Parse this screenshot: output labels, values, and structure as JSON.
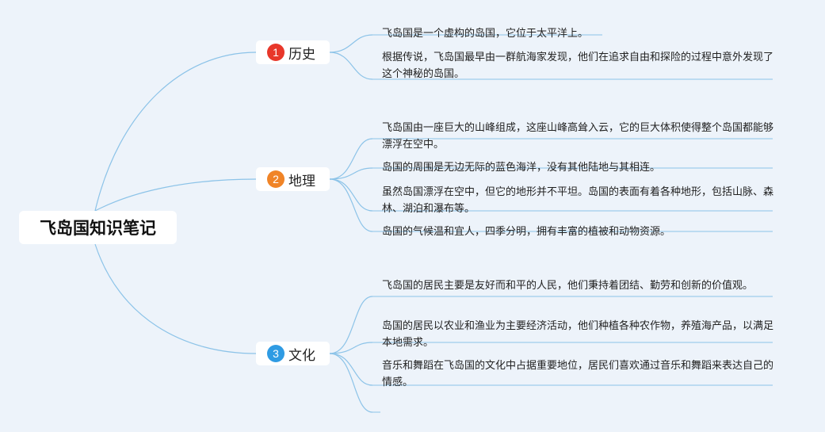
{
  "root": {
    "label": "飞岛国知识笔记"
  },
  "colors": {
    "background": "#edf3fa",
    "line": "#8cc3e8",
    "badge_red": "#e8372a",
    "badge_orange": "#f08427",
    "badge_blue": "#2f9be3"
  },
  "branches": [
    {
      "number": "1",
      "label": "历史",
      "badge_color": "#e8372a",
      "items": [
        "飞岛国是一个虚构的岛国，它位于太平洋上。",
        "根据传说，飞岛国最早由一群航海家发现，他们在追求自由和探险的过程中意外发现了这个神秘的岛国。"
      ]
    },
    {
      "number": "2",
      "label": "地理",
      "badge_color": "#f08427",
      "items": [
        "飞岛国由一座巨大的山峰组成，这座山峰高耸入云，它的巨大体积使得整个岛国都能够漂浮在空中。",
        "岛国的周围是无边无际的蓝色海洋，没有其他陆地与其相连。",
        "虽然岛国漂浮在空中，但它的地形并不平坦。岛国的表面有着各种地形，包括山脉、森林、湖泊和瀑布等。",
        "岛国的气候温和宜人，四季分明，拥有丰富的植被和动物资源。"
      ]
    },
    {
      "number": "3",
      "label": "文化",
      "badge_color": "#2f9be3",
      "items": [
        "飞岛国的居民主要是友好而和平的人民，他们秉持着团结、勤劳和创新的价值观。",
        "岛国的居民以农业和渔业为主要经济活动，他们种植各种农作物，养殖海产品，以满足本地需求。",
        "音乐和舞蹈在飞岛国的文化中占据重要地位，居民们喜欢通过音乐和舞蹈来表达自己的情感。",
        ""
      ]
    }
  ]
}
